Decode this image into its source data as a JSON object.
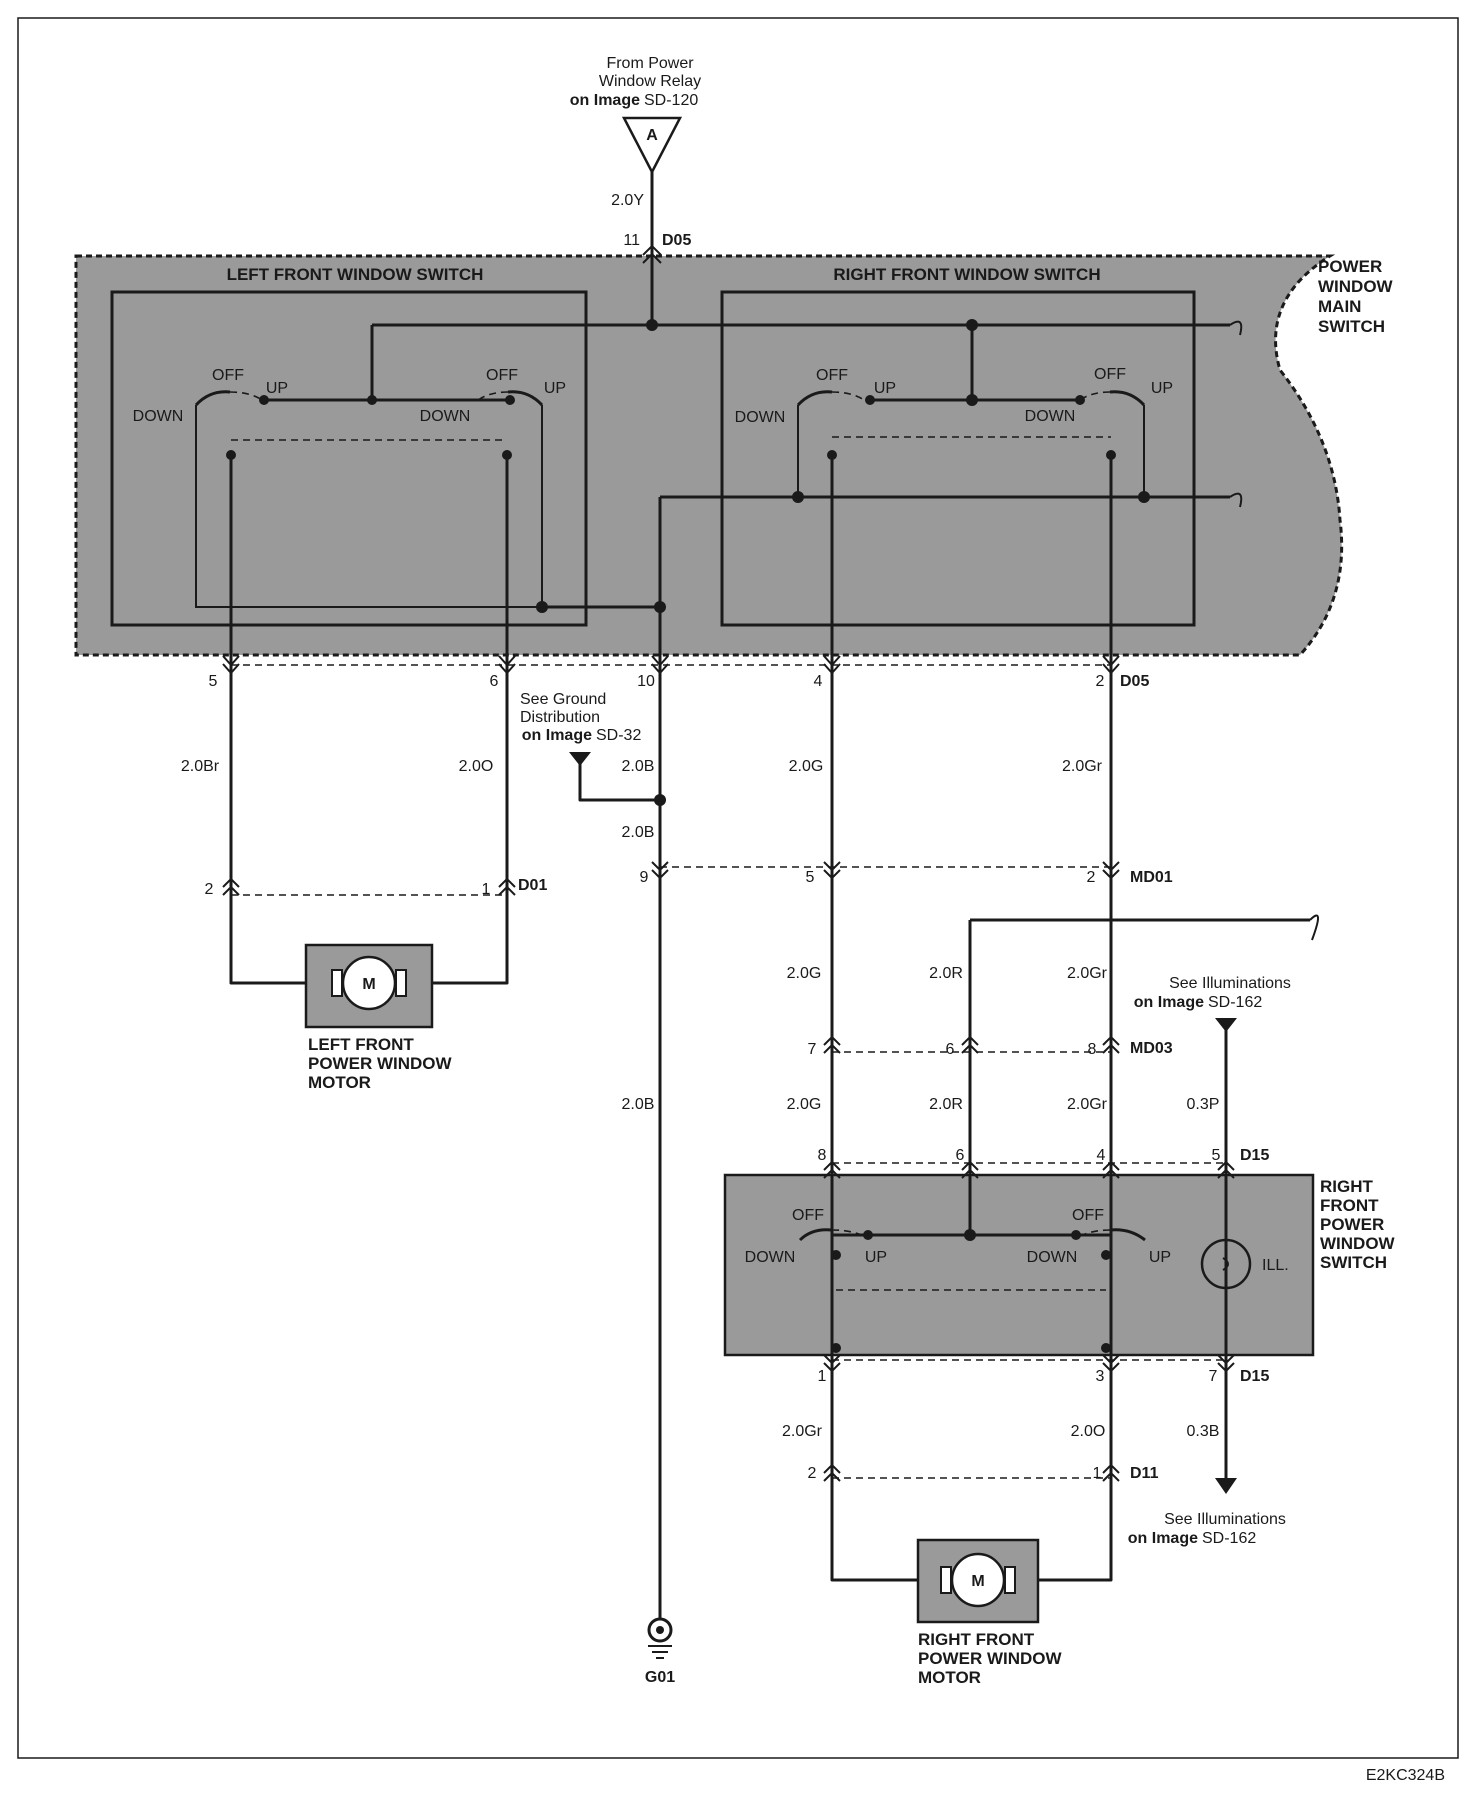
{
  "relay_source": {
    "line1": "From Power",
    "line2": "Window Relay",
    "line3_bold": "on Image",
    "line3_ref": "SD-120",
    "terminal": "A"
  },
  "main_switch": {
    "title_lines": [
      "POWER",
      "WINDOW",
      "MAIN",
      "SWITCH"
    ],
    "left_section": "LEFT FRONT WINDOW SWITCH",
    "right_section": "RIGHT FRONT WINDOW SWITCH"
  },
  "switch_labels": {
    "off": "OFF",
    "up": "UP",
    "down": "DOWN",
    "ill": "ILL."
  },
  "connectors": {
    "d05": "D05",
    "d01": "D01",
    "md01": "MD01",
    "md03": "MD03",
    "d15": "D15",
    "d11": "D11",
    "g01": "G01"
  },
  "pins": {
    "d05_in": "11",
    "d05_out": [
      "5",
      "6",
      "10",
      "4",
      "2"
    ],
    "d01": [
      "2",
      "1"
    ],
    "md01": [
      "9",
      "5",
      "2"
    ],
    "md03": [
      "7",
      "6",
      "8"
    ],
    "d15_top": [
      "8",
      "6",
      "4",
      "5"
    ],
    "d15_bottom": [
      "1",
      "3",
      "7"
    ],
    "d11": [
      "2",
      "1"
    ]
  },
  "wires": {
    "feed": "2.0Y",
    "lf_down": "2.0Br",
    "lf_up": "2.0O",
    "ground_a": "2.0B",
    "ground_b": "2.0B",
    "ground_c": "2.0B",
    "rf_g1": "2.0G",
    "rf_gr1": "2.0Gr",
    "rf_g2": "2.0G",
    "rf_r1": "2.0R",
    "rf_gr2": "2.0Gr",
    "rf_g3": "2.0G",
    "rf_r2": "2.0R",
    "rf_gr3": "2.0Gr",
    "ill_in": "0.3P",
    "motor_a": "2.0Gr",
    "motor_b": "2.0O",
    "ill_out": "0.3B"
  },
  "ground_ref": {
    "line1": "See Ground",
    "line2": "Distribution",
    "line3_bold": "on Image",
    "line3_ref": "SD-32"
  },
  "illum_ref_top": {
    "line1": "See Illuminations",
    "line2_bold": "on Image",
    "line2_ref": "SD-162"
  },
  "illum_ref_bottom": {
    "line1": "See Illuminations",
    "line2_bold": "on Image",
    "line2_ref": "SD-162"
  },
  "motors": {
    "symbol": "M",
    "left_lines": [
      "LEFT FRONT",
      "POWER WINDOW",
      "MOTOR"
    ],
    "right_lines": [
      "RIGHT FRONT",
      "POWER WINDOW",
      "MOTOR"
    ]
  },
  "rf_switch": {
    "title_lines": [
      "RIGHT",
      "FRONT",
      "POWER",
      "WINDOW",
      "SWITCH"
    ]
  },
  "figure_code": "E2KC324B"
}
